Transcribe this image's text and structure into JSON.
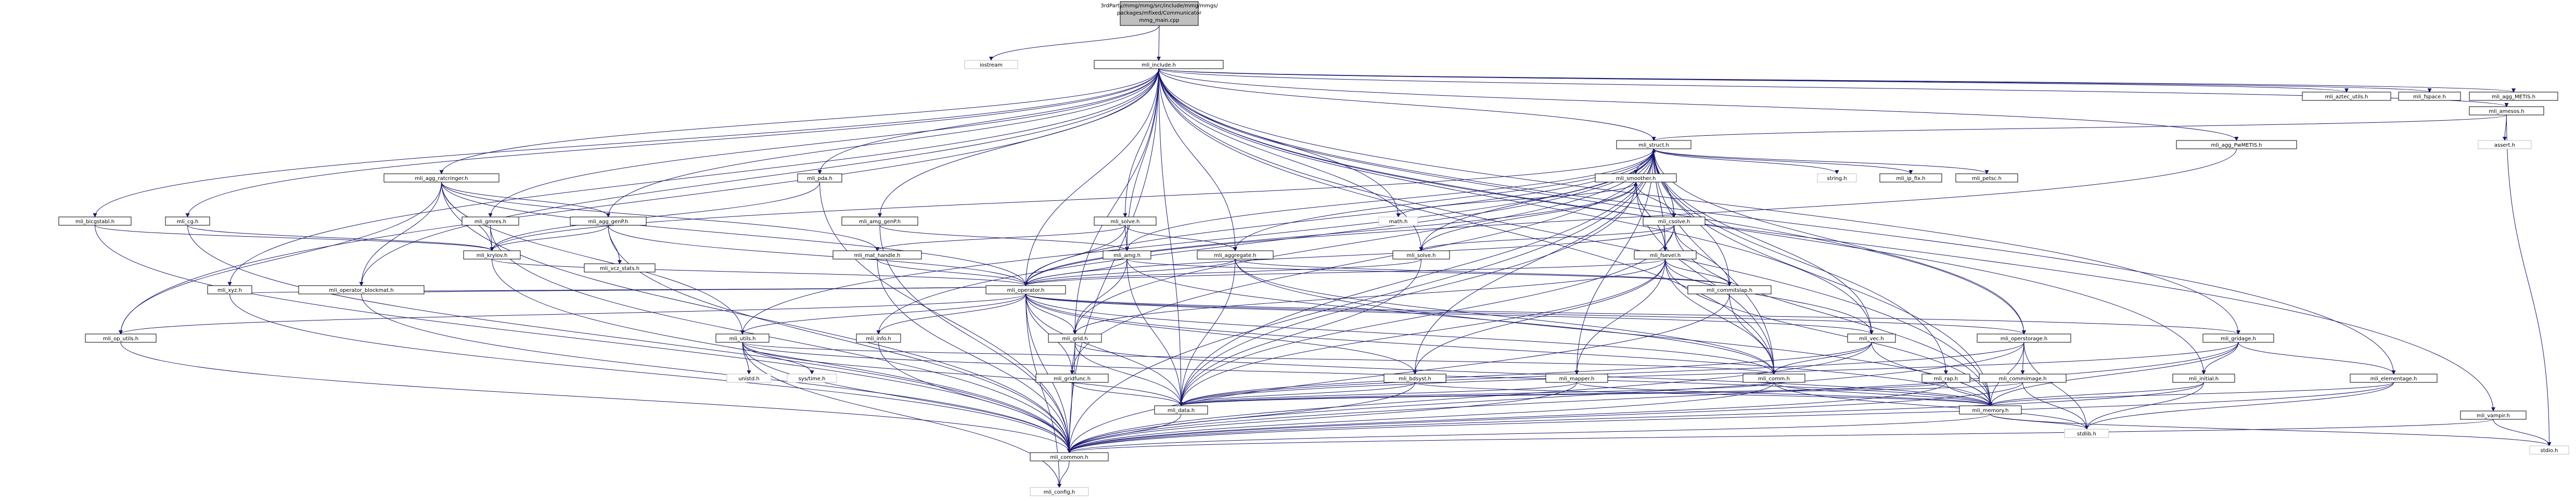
{
  "root": {
    "lines": [
      "3rdParty/mmg/mmg/src/include/mmg/mmgs/",
      "packages/mfixed/Communicator",
      "mmg_main.cpp"
    ]
  },
  "colors": {
    "root_fill": "#bfbfbf",
    "node_fill": "#ffffff",
    "node_stroke": "#000000",
    "missing_stroke": "#bfbfbf",
    "edge": "#191970"
  },
  "nodes": {
    "root": "",
    "iostream": "iostream",
    "mli_include": "mli_include.h",
    "mli_amg_ratcringer": "mli_agg_ratcringer.h",
    "mli_pda": "mli_pda.h",
    "mli_struct": "mli_struct.h",
    "mli_smoother": "mli_smoother.h",
    "mli_agg_PwMETIS": "mli_agg_PwMETIS.h",
    "mli_amesos": "mli_amesos.h",
    "assert": "assert.h",
    "mli_aztec_utils": "mli_aztec_utils.h",
    "mli_fspace": "mli_fspace.h",
    "mli_agg_METIS": "mli_agg_METIS.h",
    "mli_bicgstabl": "mli_bicgstabl.h",
    "mli_cg": "mli_cg.h",
    "mli_gmres": "mli_gmres.h",
    "mli_agg_genP": "mli_agg_genP.h",
    "mli_amg_genP": "mli_amg_genP.h",
    "mli_solve": "mli_solve.h",
    "math": "math.h",
    "mli_csolve": "mli_csolve.h",
    "string": "string.h",
    "mli_ip_fix": "mli_ip_fix.h",
    "mli_petsc": "mli_petsc.h",
    "mli_krylov": "mli_krylov.h",
    "mli_vcz_stats": "mli_vcz_stats.h",
    "mli_mat_handle": "mli_mat_handle.h",
    "mli_amg": "mli_amg.h",
    "mli_aggregate": "mli_aggregate.h",
    "mli_solve2": "mli_solve.h",
    "mli_fsevel": "mli_fsevel.h",
    "mli_xyz": "mli_xyz.h",
    "mli_operator_blockmat": "mli_operator_blockmat.h",
    "mli_operator": "mli_operator.h",
    "mli_commitslap": "mli_commitslap.h",
    "mli_op_utils": "mli_op_utils.h",
    "mli_utils": "mli_utils.h",
    "mli_info": "mli_info.h",
    "mli_grid": "mli_grid.h",
    "mli_vec": "mli_vec.h",
    "mli_operstorage": "mli_operstorage.h",
    "mli_gridage": "mli_gridage.h",
    "unistd": "unistd.h",
    "systime": "sys/time.h",
    "mli_gridfunc": "mli_gridfunc.h",
    "mli_bdsyst": "mli_bdsyst.h",
    "mli_mapper": "mli_mapper.h",
    "mli_comm": "mli_comm.h",
    "mli_rap": "mli_rap.h",
    "mli_commimage": "mli_commimage.h",
    "mli_initial": "mli_initial.h",
    "mli_elementage": "mli_elementage.h",
    "mli_data": "mli_data.h",
    "mli_memory": "mli_memory.h",
    "stdlib": "stdlib.h",
    "mli_vampir": "mli_vampir.h",
    "stdio": "stdio.h",
    "mli_common": "mli_common.h",
    "mli_config": "mli_config.h"
  }
}
